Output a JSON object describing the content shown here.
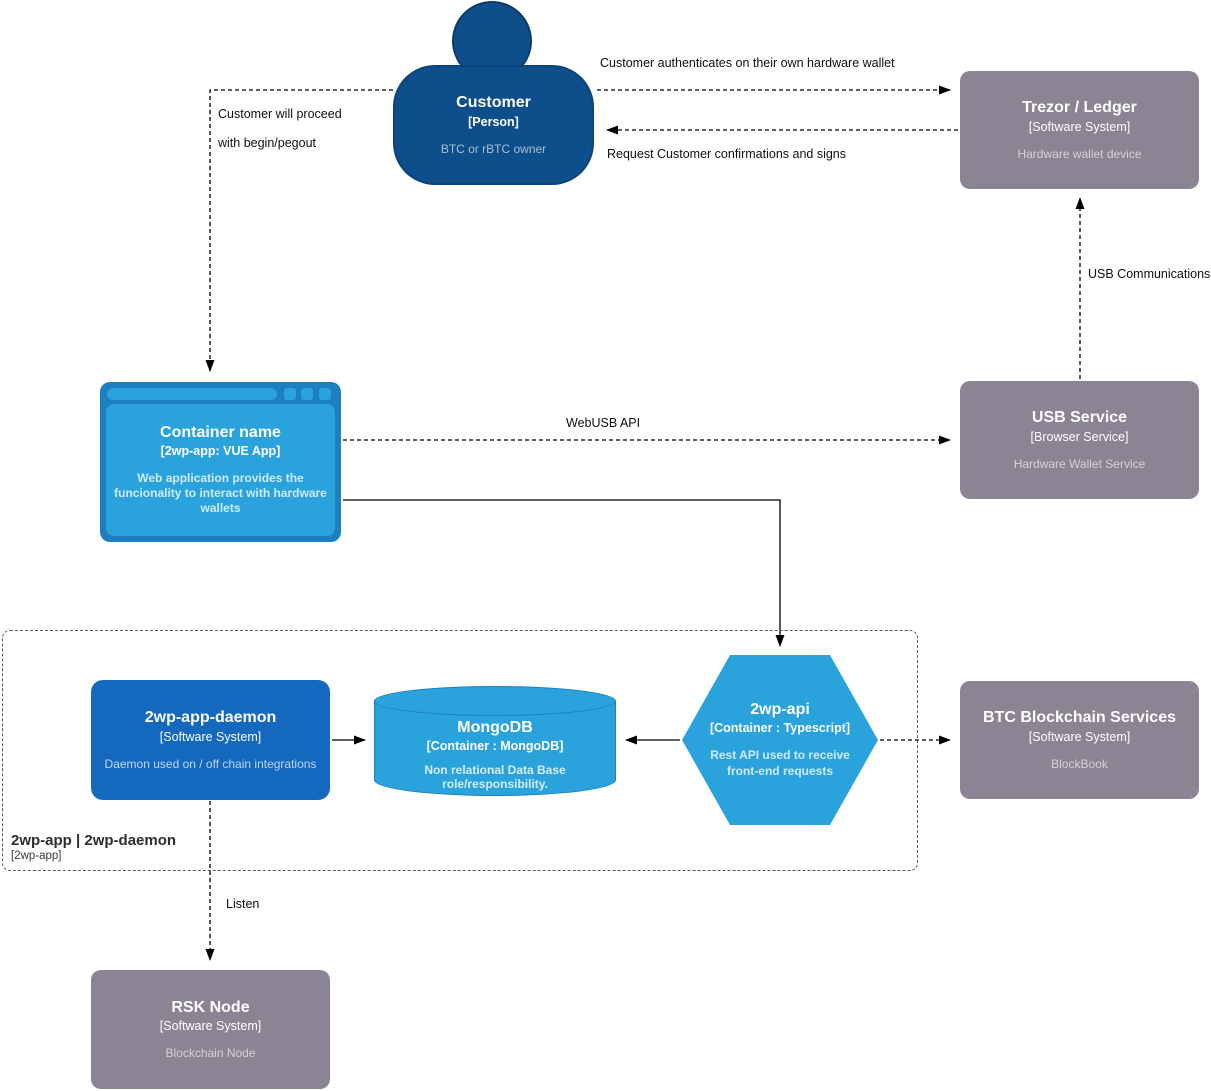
{
  "colors": {
    "person_blue": "#0e4e8a",
    "container_blue": "#1468bd",
    "bright_blue": "#2aa3dc",
    "frame_blue": "#1b7fc0",
    "external_gray": "#8b8493"
  },
  "nodes": {
    "customer": {
      "title": "Customer",
      "type": "[Person]",
      "description": "BTC or rBTC owner"
    },
    "trezor": {
      "title": "Trezor / Ledger",
      "type": "[Software System]",
      "description": "Hardware wallet device"
    },
    "webapp": {
      "title": "Container name",
      "type": "[2wp-app: VUE App]",
      "description": "Web application provides the funcionality to interact with hardware wallets"
    },
    "usb_service": {
      "title": "USB Service",
      "type": "[Browser Service]",
      "description": "Hardware Wallet Service"
    },
    "daemon": {
      "title": "2wp-app-daemon",
      "type": "[Software System]",
      "description": "Daemon used on / off chain integrations"
    },
    "mongodb": {
      "title": "MongoDB",
      "type": "[Container : MongoDB]",
      "description": "Non relational Data Base role/responsibility."
    },
    "api": {
      "title": "2wp-api",
      "type": "[Container : Typescript]",
      "description": "Rest API used to receive front-end requests"
    },
    "btc": {
      "title": "BTC Blockchain Services",
      "type": "[Software System]",
      "description": "BlockBook"
    },
    "rsk": {
      "title": "RSK Node",
      "type": "[Software System]",
      "description": "Blockchain Node"
    }
  },
  "boundary": {
    "title": "2wp-app | 2wp-daemon",
    "subtitle": "[2wp-app]"
  },
  "edge_labels": {
    "auth": "Customer authenticates on their own hardware wallet",
    "request_sign": "Request Customer confirmations and signs",
    "proceed_1": "Customer will proceed",
    "proceed_2": "with begin/pegout",
    "usb_comm": "USB Communications",
    "webusb": "WebUSB API",
    "listen": "Listen"
  }
}
